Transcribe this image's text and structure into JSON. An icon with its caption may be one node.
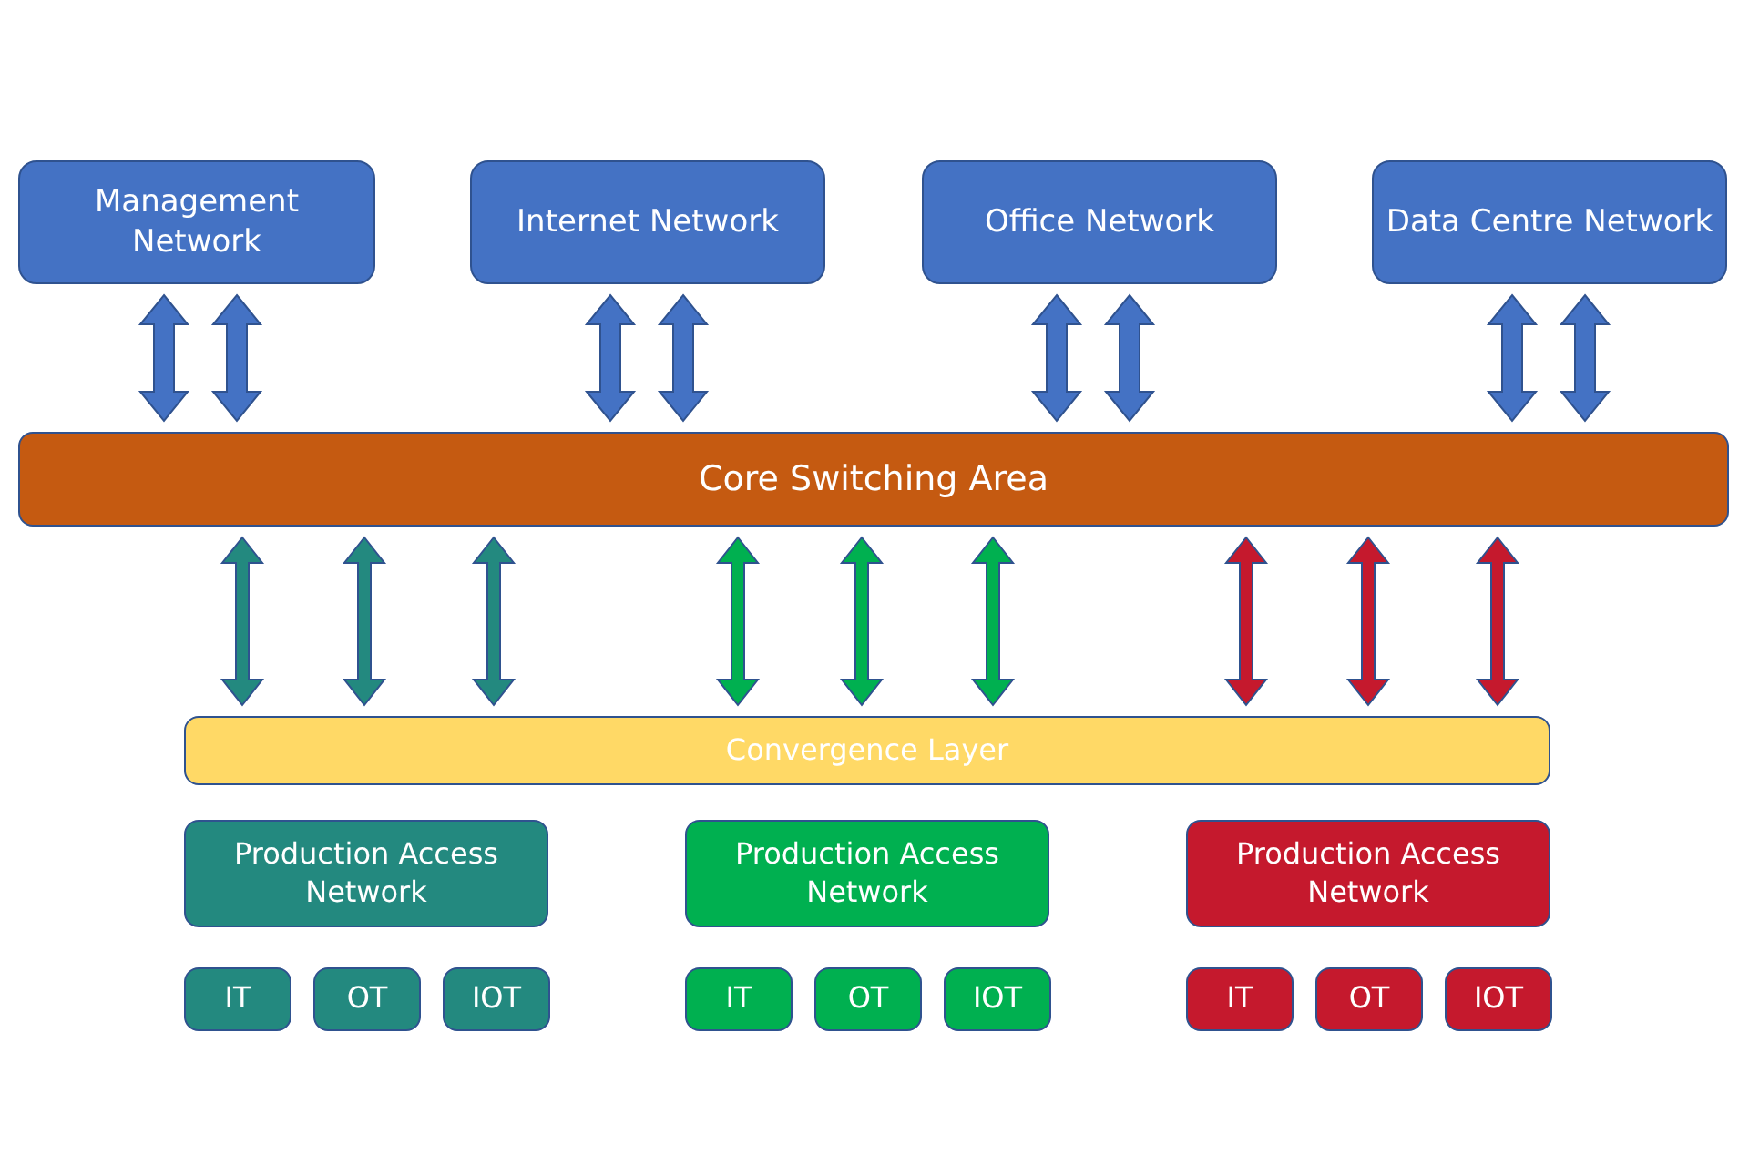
{
  "diagram": {
    "nodes": [
      {
        "text": [
          "Management Network"
        ]
      },
      {
        "text": [
          "Internet Network"
        ]
      },
      {
        "text": [
          "Office Network"
        ]
      },
      {
        "text": [
          "Data Centre Network"
        ]
      },
      {
        "text": [
          "Core Switching Area"
        ]
      },
      {
        "text": [
          "Convergence Layer"
        ]
      },
      {
        "text": [
          "Production Access Network"
        ]
      },
      {
        "text": [
          "Production Access Network"
        ]
      },
      {
        "text": [
          "Production Access Network"
        ]
      },
      {
        "text": [
          "IT"
        ]
      },
      {
        "text": [
          "OT"
        ]
      },
      {
        "text": [
          "IOT"
        ]
      },
      {
        "text": [
          "IT"
        ]
      },
      {
        "text": [
          "OT"
        ]
      },
      {
        "text": [
          "IOT"
        ]
      },
      {
        "text": [
          "IT"
        ]
      },
      {
        "text": [
          "OT"
        ]
      },
      {
        "text": [
          "IOT"
        ]
      }
    ],
    "edges": [
      {
        "from": 0,
        "to": 4,
        "arrow": "both"
      },
      {
        "from": 0,
        "to": 4,
        "arrow": "both"
      },
      {
        "from": 1,
        "to": 4,
        "arrow": "both"
      },
      {
        "from": 1,
        "to": 4,
        "arrow": "both"
      },
      {
        "from": 2,
        "to": 4,
        "arrow": "both"
      },
      {
        "from": 2,
        "to": 4,
        "arrow": "both"
      },
      {
        "from": 3,
        "to": 4,
        "arrow": "both"
      },
      {
        "from": 3,
        "to": 4,
        "arrow": "both"
      },
      {
        "from": 4,
        "to": 5,
        "arrow": "both",
        "color": "#23897f"
      },
      {
        "from": 4,
        "to": 5,
        "arrow": "both",
        "color": "#23897f"
      },
      {
        "from": 4,
        "to": 5,
        "arrow": "both",
        "color": "#23897f"
      },
      {
        "from": 4,
        "to": 5,
        "arrow": "both",
        "color": "#00b050"
      },
      {
        "from": 4,
        "to": 5,
        "arrow": "both",
        "color": "#00b050"
      },
      {
        "from": 4,
        "to": 5,
        "arrow": "both",
        "color": "#00b050"
      },
      {
        "from": 4,
        "to": 5,
        "arrow": "both",
        "color": "#c5192d"
      },
      {
        "from": 4,
        "to": 5,
        "arrow": "both",
        "color": "#c5192d"
      },
      {
        "from": 4,
        "to": 5,
        "arrow": "both",
        "color": "#c5192d"
      }
    ]
  }
}
